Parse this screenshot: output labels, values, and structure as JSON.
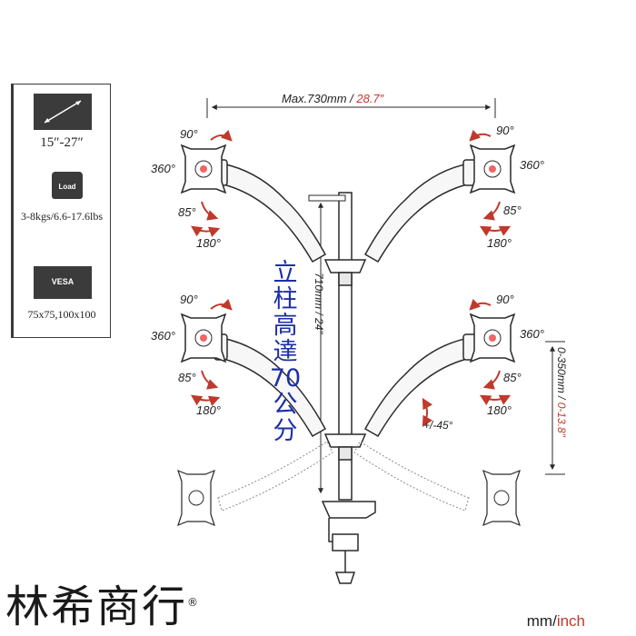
{
  "specs": {
    "screen_size": "15″-27″",
    "load_badge": "Load",
    "load_range": "3-8kgs/6.6-17.6lbs",
    "vesa_badge": "VESA",
    "vesa_sizes": "75x75,100x100"
  },
  "dimensions": {
    "max_width_mm": "Max.730mm / ",
    "max_width_inch": "28.7″",
    "pole_height": "710mm / 24″",
    "height_adjust_mm": "0-350mm / ",
    "height_adjust_inch": "0-13.8″",
    "tilt_angle": "+/-45°"
  },
  "rotation_labels": {
    "top": "90°",
    "side": "360°",
    "tilt": "85°",
    "swivel": "180°"
  },
  "chinese_label": [
    "立",
    "柱",
    "高",
    "達",
    "70",
    "公",
    "分"
  ],
  "brand": {
    "name": "林希商行",
    "mark": "®"
  },
  "units": {
    "metric": "mm",
    "separator": "/",
    "imperial": "inch"
  },
  "colors": {
    "accent_red": "#c0392b",
    "label_blue": "#1b2fa8",
    "line": "#2a2a2a"
  }
}
